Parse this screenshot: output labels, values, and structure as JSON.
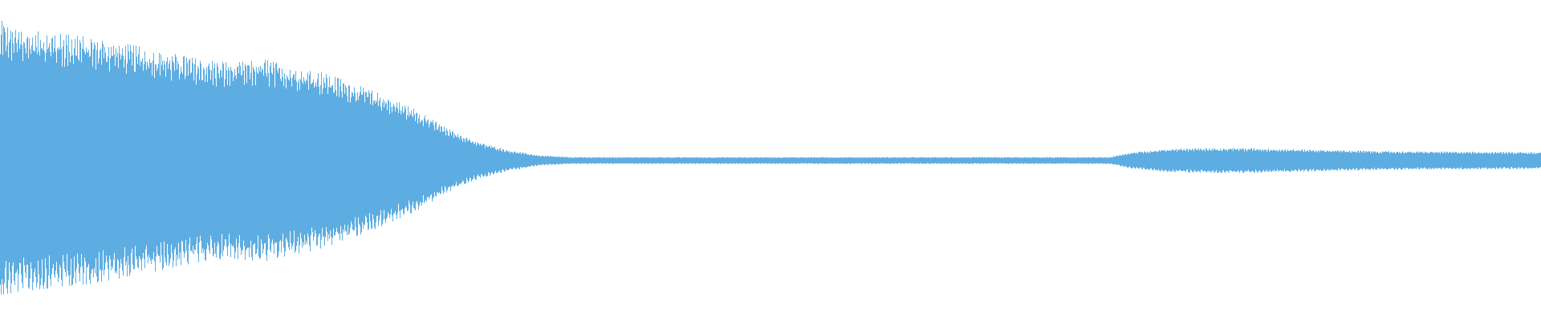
{
  "waveform": {
    "color": "#5dade2",
    "background": "#ffffff",
    "envelope_profile": [
      [
        0.0,
        0.8
      ],
      [
        0.01,
        0.78
      ],
      [
        0.03,
        0.76
      ],
      [
        0.06,
        0.73
      ],
      [
        0.1,
        0.66
      ],
      [
        0.13,
        0.6
      ],
      [
        0.15,
        0.58
      ],
      [
        0.17,
        0.6
      ],
      [
        0.185,
        0.57
      ],
      [
        0.21,
        0.52
      ],
      [
        0.24,
        0.42
      ],
      [
        0.27,
        0.3
      ],
      [
        0.29,
        0.19
      ],
      [
        0.31,
        0.11
      ],
      [
        0.33,
        0.06
      ],
      [
        0.35,
        0.03
      ],
      [
        0.37,
        0.02
      ],
      [
        0.72,
        0.02
      ],
      [
        0.735,
        0.05
      ],
      [
        0.76,
        0.07
      ],
      [
        0.8,
        0.075
      ],
      [
        0.85,
        0.065
      ],
      [
        0.9,
        0.055
      ],
      [
        1.0,
        0.05
      ]
    ]
  }
}
